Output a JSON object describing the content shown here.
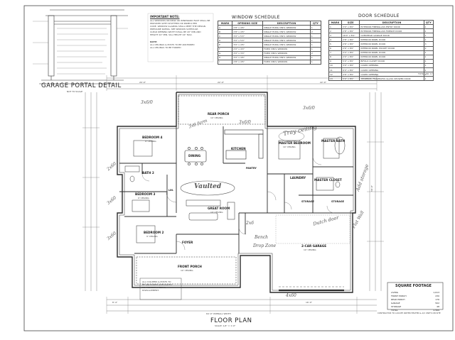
{
  "titles": {
    "garage_detail": "GARAGE PORTAL DETAIL",
    "garage_detail_scale": "NOT TO SCALE",
    "floor_plan": "FLOOR PLAN",
    "floor_plan_scale": "SCALE: 1/4\" = 1'-0\"",
    "window_schedule": "WINDOW SCHEDULE",
    "door_schedule": "DOOR SCHEDULE",
    "square_footage": "SQUARE FOOTAGE",
    "important_note": "IMPORTANT NOTE:"
  },
  "notes": {
    "important_lines": [
      "ALL WINDOWS ON REAR OR WINDWARD FACE SHALL BE",
      "PROVIDED WITH SHUTTERS OR PANELS PER",
      "CODE. WINDOW GLAZING SHALL MEET THE DESIGN",
      "PRESSURE RATING. SEE WINDOW SCHEDULE.",
      "CLEAR OPENING WIDTH SHALL BE 20\" MIN AND",
      "HEIGHT 24\" MIN. SILL HEIGHT 44\" MAX."
    ],
    "note_lines": [
      "NOTE:",
      "ALL CEILINGS & POSTS TO BE ANCHORED",
      "ALL CEILINGS TO BE FURRED"
    ],
    "column_lines": [
      "ALL COLUMNS & POSTS TO",
      "BE ANCHORED ADEQUATELY",
      "TO PREVENT LATERAL",
      "DISPLACEMENT."
    ],
    "contractor": "CONTRACTOR TO LOCATE WATER HEATER & A/C UNITS ON SITE"
  },
  "window_schedule": {
    "headers": [
      "MARK",
      "OPENING SIZE",
      "DESCRIPTION",
      "QTY"
    ],
    "rows": [
      [
        "A",
        "2'8\" x 4'6\"",
        "SINGLE HUNG VINYL WINDOW",
        "1"
      ],
      [
        "B",
        "2'8\" x 4'6\"",
        "SINGLE HUNG VINYL WINDOW",
        "2"
      ],
      [
        "C",
        "3'0\" x 5'0\"",
        "SINGLE HUNG VINYL WINDOW",
        "1"
      ],
      [
        "D",
        "3'0\" x 5'0\"",
        "SINGLE HUNG VINYL WINDOW",
        "1"
      ],
      [
        "E",
        "3'0\" x 4'6\"",
        "SINGLE HUNG VINYL WINDOW",
        "1"
      ],
      [
        "F",
        "2'0\" x 4'0\"",
        "FIXED VINYL WINDOW",
        "1"
      ],
      [
        "G",
        "3'0\" x 3'0\"",
        "FIXED VINYL WINDOW",
        "2"
      ],
      [
        "H",
        "3'0\" x 4'6\"",
        "SINGLE HUNG VINYL WINDOW",
        "1"
      ],
      [
        "I",
        "2'8\" x 4'6\"",
        "FIXED VINYL WINDOW",
        "1"
      ]
    ]
  },
  "door_schedule": {
    "headers": [
      "MARK",
      "SIZE",
      "DESCRIPTION",
      "QTY"
    ],
    "rows": [
      [
        "1",
        "3'0\" x 8'0\"",
        "EXTERIOR FIBERGLASS ENTRY DOOR",
        "1"
      ],
      [
        "2",
        "2'8\" x 8'0\"",
        "EXTERIOR FIBERGLASS FRENCH DOOR",
        "1"
      ],
      [
        "3",
        "16'0\" x 8'0\"",
        "OVERHEAD GARAGE DOOR",
        "1"
      ],
      [
        "4",
        "2'8\" x 8'0\"",
        "INTERIOR PANEL DOOR",
        "1"
      ],
      [
        "5",
        "2'6\" x 8'0\"",
        "INTERIOR PANEL DOOR",
        "3"
      ],
      [
        "6",
        "2'6\" x 8'0\"",
        "INTERIOR PANEL POCKET DOOR",
        "2"
      ],
      [
        "7",
        "2'4\" x 8'0\"",
        "INTERIOR PANEL DOOR",
        "1"
      ],
      [
        "8",
        "2'0\" x 8'0\"",
        "INTERIOR PANEL DOOR",
        "1"
      ],
      [
        "9",
        "5'0\" x 8'0\"",
        "BIFOLD CLOSET DOOR",
        "1"
      ],
      [
        "10",
        "3'0\" x 8'0\"",
        "CASED OPENING",
        "1"
      ],
      [
        "11",
        "6'0\" x 8'0\"",
        "CASED OPENING",
        "1"
      ],
      [
        "12",
        "2'6\" x 8'0\"",
        "CASED OPENING",
        "1"
      ],
      [
        "13",
        "5'0\" x 8'0\"",
        "TEMPERED FRAMELESS GLASS SHOWER DOOR",
        "1"
      ]
    ],
    "total_label": "TOTAL NO. 17"
  },
  "square_footage": {
    "rows": [
      {
        "label": "LIVING",
        "value": "1,613"
      },
      {
        "label": "FRONT PORCH",
        "value": "230"
      },
      {
        "label": "REAR PORCH",
        "value": "176"
      },
      {
        "label": "GARAGE",
        "value": "502"
      },
      {
        "label": "STORAGE",
        "value": "48"
      },
      {
        "label": "TOTAL",
        "value": "2,569"
      }
    ]
  },
  "rooms": {
    "rear_porch": "REAR PORCH",
    "rear_porch_ceiling": "10' CEILING",
    "master_bedroom": "MASTER BEDROOM",
    "master_bedroom_ceiling": "10' CEILING",
    "master_bath": "MASTER BATH",
    "master_closet": "MASTER CLOSET",
    "bedroom_4": "BEDROOM 4",
    "bedroom_4_ceiling": "9' CEILING",
    "bedroom_3": "BEDROOM 3",
    "bedroom_3_ceiling": "9' CEILING",
    "bedroom_2": "BEDROOM 2",
    "bedroom_2_ceiling": "9' CEILING",
    "bath_2": "BATH 2",
    "kitchen": "KITCHEN",
    "dining": "DINING",
    "great_room": "GREAT ROOM",
    "great_room_ceiling": "10' CEILING",
    "laundry": "LAUNDRY",
    "pantry": "PANTRY",
    "foyer": "FOYER",
    "front_porch": "FRONT PORCH",
    "front_porch_ceiling": "10' CEILING",
    "garage": "2-CAR GARAGE",
    "garage_ceiling": "10' CEILING",
    "storage_1": "STORAGE",
    "storage_2": "STORAGE",
    "linen": "LIN."
  },
  "dimensions": {
    "overall_width": "64'-0\" OVERALL WIDTH",
    "overall_depth": "58'-0\"",
    "bottom_left": "8'-4\"",
    "bottom_mid": "16'-0\"",
    "top_left": "20'-0\"",
    "top_mid": "22'-0\"",
    "top_right": "22'-0\""
  },
  "handwriting": {
    "a1": "3x6/0",
    "a2": "3x6/0",
    "a3": "3x6/0",
    "a4": "Tray ceiling",
    "a5": "Vaulted",
    "a6": "3x6 farm",
    "a7": "Add storage",
    "a8": "Dutch door",
    "a9": "2x6",
    "a10": "Flat Wall",
    "a11": "2x60",
    "a12": "3x60",
    "a13": "3x60",
    "a14": "4x60",
    "a15": "Drop Zone",
    "a16": "Bench"
  },
  "colors": {
    "line": "#2b2b2b",
    "light_line": "#777777",
    "paper": "#ffffff"
  }
}
